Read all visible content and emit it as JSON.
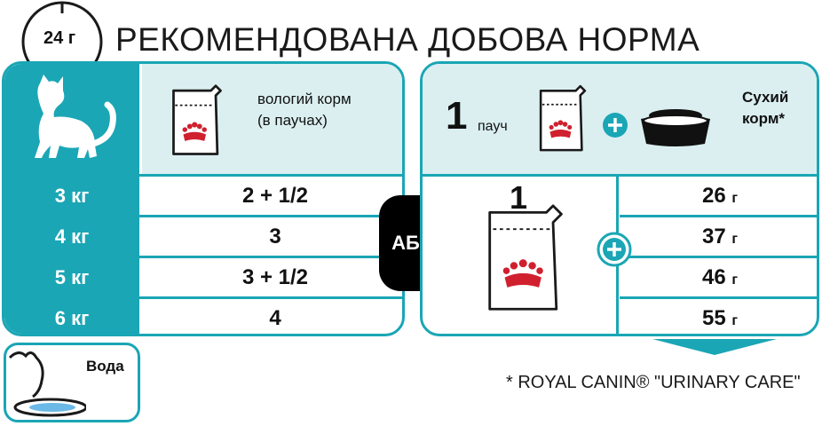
{
  "header": {
    "clock_label": "24 г",
    "title": "РЕКОМЕНДОВАНА ДОБОВА НОРМА"
  },
  "left_table": {
    "food_label_line1": "вологий корм",
    "food_label_line2": "(в паучах)",
    "rows": [
      {
        "weight": "3 кг",
        "amount": "2 + 1/2"
      },
      {
        "weight": "4 кг",
        "amount": "3"
      },
      {
        "weight": "5 кг",
        "amount": "3 + 1/2"
      },
      {
        "weight": "6 кг",
        "amount": "4"
      }
    ]
  },
  "or_label": "АБО",
  "right_table": {
    "pouch_count": "1",
    "pouch_unit": "пауч",
    "dry_label_line1": "Сухий",
    "dry_label_line2": "корм*",
    "big_pouch_count": "1",
    "rows": [
      {
        "amount": "26",
        "unit": "г"
      },
      {
        "amount": "37",
        "unit": "г"
      },
      {
        "amount": "46",
        "unit": "г"
      },
      {
        "amount": "55",
        "unit": "г"
      }
    ]
  },
  "water_label": "Вода",
  "footnote": "* ROYAL CANIN® \"URINARY CARE\"",
  "colors": {
    "accent": "#1aa6b5",
    "light_accent": "#dbeff1",
    "badge": "#000000",
    "logo_red": "#d0202e"
  },
  "icons": [
    "clock-icon",
    "cat-icon",
    "pouch-icon",
    "plus-icon",
    "bowl-icon",
    "water-bowl-icon",
    "down-arrow-icon"
  ]
}
